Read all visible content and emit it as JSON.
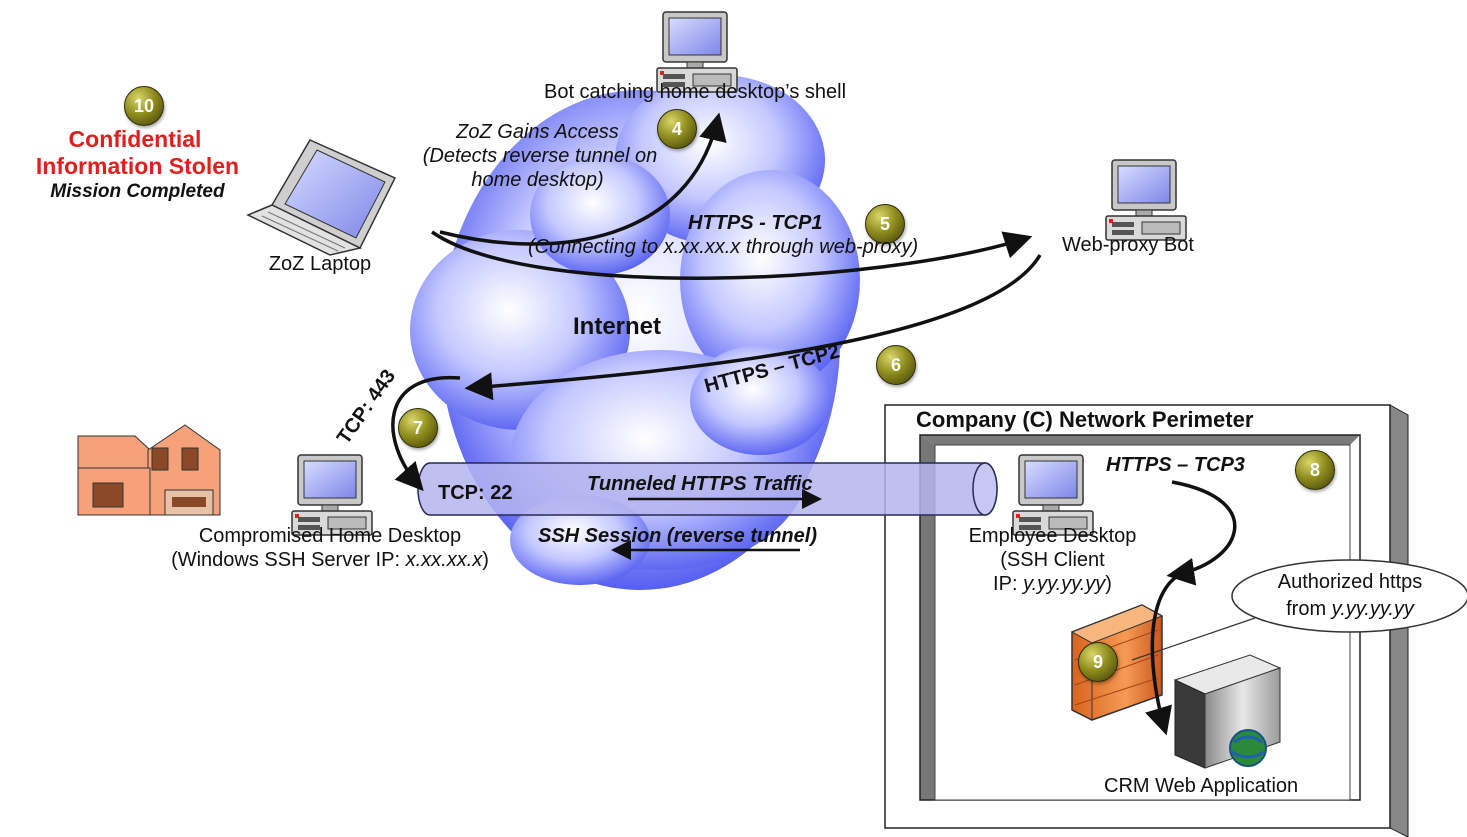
{
  "nodes": {
    "bot_shell": "Bot catching home desktop’s shell",
    "zoz_laptop": "ZoZ Laptop",
    "web_proxy": "Web-proxy Bot",
    "home_desktop_line1": "Compromised Home Desktop",
    "home_desktop_line2_prefix": "(Windows SSH Server IP: ",
    "home_desktop_ip": "x.xx.xx.x",
    "home_desktop_line2_suffix": ")",
    "employee_line1": "Employee Desktop",
    "employee_line2": "(SSH Client",
    "employee_line3_prefix": "IP: ",
    "employee_ip": "y.yy.yy.yy",
    "employee_line3_suffix": ")",
    "crm": "CRM Web Application",
    "internet": "Internet",
    "perimeter": "Company (C) Network Perimeter"
  },
  "steps": {
    "s10_number": "10",
    "s10_line1": "Confidential",
    "s10_line2": "Information Stolen",
    "s10_line3": "Mission Completed",
    "s4_number": "4",
    "s4_line1": "ZoZ Gains Access",
    "s4_line2": "(Detects reverse tunnel on",
    "s4_line3": "home desktop)",
    "s5_number": "5",
    "s5_line1": "HTTPS - TCP1",
    "s5_line2": "(Connecting to x.xx.xx.x through web-proxy)",
    "s6_number": "6",
    "s6_label": "HTTPS – TCP2",
    "s7_number": "7",
    "s7_label": "TCP: 443",
    "s8_number": "8",
    "s8_label": "HTTPS – TCP3",
    "s9_number": "9"
  },
  "tunnel": {
    "port": "TCP: 22",
    "traffic": "Tunneled HTTPS Traffic",
    "session": "SSH Session (reverse tunnel)"
  },
  "callout": {
    "line1": "Authorized https",
    "line2_prefix": "from ",
    "line2_ip": "y.yy.yy.yy"
  },
  "colors": {
    "step_red": "#e31e1e",
    "cloud_blue": "#4a55ee",
    "tunnel_fill": "#b4b4ee",
    "badge_olive": "#8f8c1e",
    "firewall_orange": "#f08a3c",
    "house_salmon": "#f5a27a"
  }
}
